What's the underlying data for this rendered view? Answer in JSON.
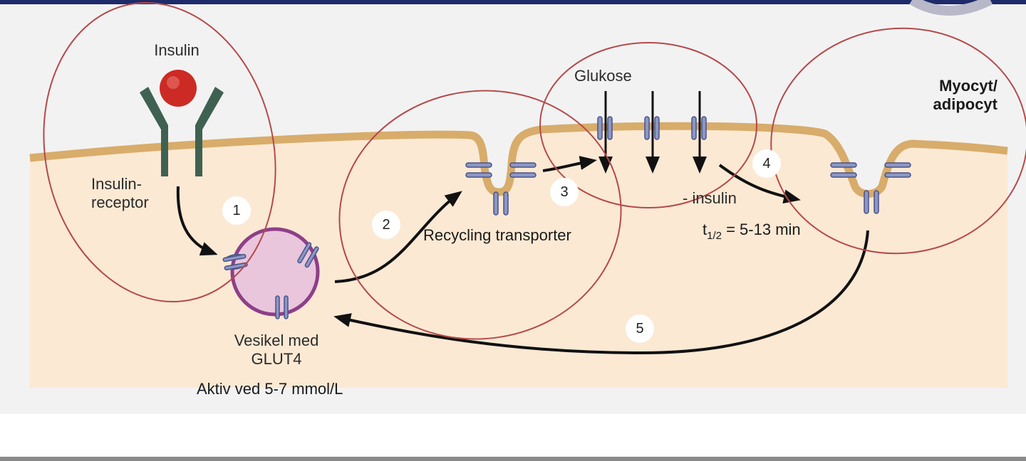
{
  "labels": {
    "insulin": "Insulin",
    "insulin_receptor_line1": "Insulin-",
    "insulin_receptor_line2": "receptor",
    "vesicle_line1": "Vesikel med",
    "vesicle_line2": "GLUT4",
    "active_range": "Aktiv ved 5-7 mmol/L",
    "recycling_transporter": "Recycling transporter",
    "glucose": "Glukose",
    "minus_insulin": "- insulin",
    "half_life_prefix": "t",
    "half_life_sub": "1/2",
    "half_life_value": " = 5-13 min",
    "cell_type_line1": "Myocyt/",
    "cell_type_line2": "adipocyt"
  },
  "steps": [
    "1",
    "2",
    "3",
    "4",
    "5"
  ],
  "colors": {
    "frame": "#1f2a6b",
    "cytoplasm": "#fbe9d4",
    "membrane": "#d8ac6a",
    "receptor": "#3f6152",
    "insulin": "#cc2a24",
    "glut4": "#8c97c4",
    "vesicle_fill": "#e9c6dc",
    "vesicle_stroke": "#8e3f88",
    "highlight_ring": "#b5494a"
  }
}
